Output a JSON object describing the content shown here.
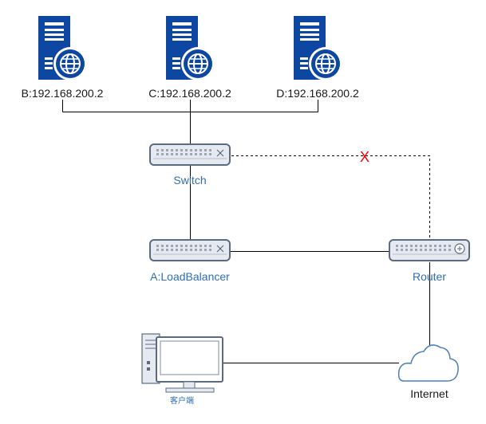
{
  "colors": {
    "server": "#0d47a1",
    "device_body": "#e6eaf0",
    "device_stroke": "#5b6b82",
    "line": "#000000",
    "blue_label": "#2f6fb0",
    "cross": "#ff0000"
  },
  "servers": [
    {
      "label": "B:192.168.200.2",
      "icon": "server-globe-icon"
    },
    {
      "label": "C:192.168.200.2",
      "icon": "server-globe-icon"
    },
    {
      "label": "D:192.168.200.2",
      "icon": "server-globe-icon"
    }
  ],
  "devices": {
    "switch": {
      "label": "Switch",
      "icon": "switch-icon"
    },
    "load_balancer": {
      "label": "A:LoadBalancer",
      "icon": "switch-icon"
    },
    "router": {
      "label": "Router",
      "icon": "router-icon"
    }
  },
  "client": {
    "label": "客户端",
    "icon": "desktop-computer-icon"
  },
  "internet": {
    "label": "Internet",
    "icon": "cloud-icon"
  },
  "broken_link": {
    "mark": "X"
  }
}
